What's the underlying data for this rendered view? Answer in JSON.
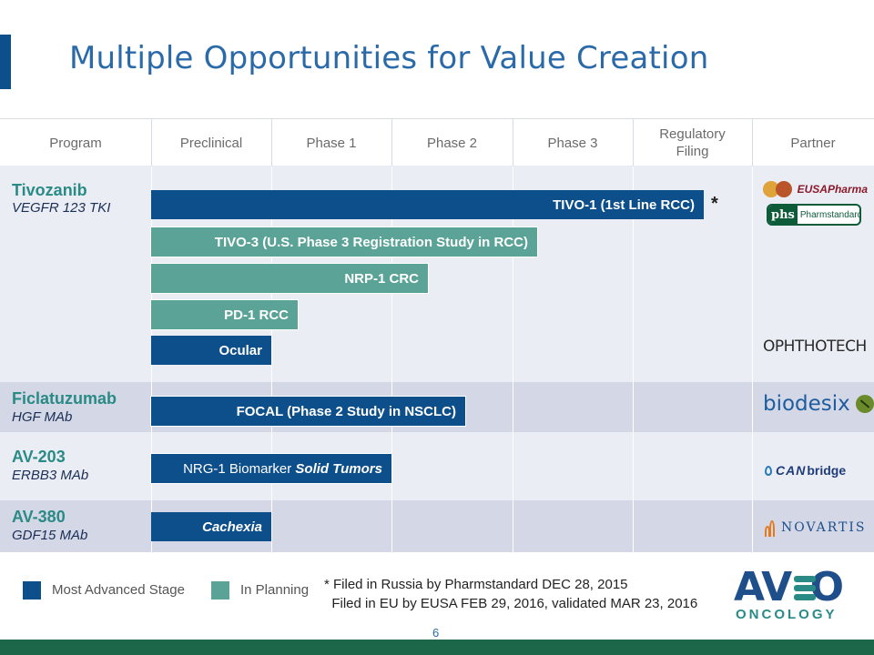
{
  "slide": {
    "title": "Multiple Opportunities for Value Creation",
    "page_number": "6"
  },
  "table": {
    "headers": [
      "Program",
      "Preclinical",
      "Phase 1",
      "Phase 2",
      "Phase 3",
      "Regulatory\nFiling",
      "Partner"
    ],
    "programs": [
      {
        "name": "Tivozanib",
        "subtitle": "VEGFR 123 TKI"
      },
      {
        "name": "Ficlatuzumab",
        "subtitle": "HGF MAb"
      },
      {
        "name": "AV-203",
        "subtitle": "ERBB3 MAb"
      },
      {
        "name": "AV-380",
        "subtitle": "GDF15 MAb"
      }
    ],
    "bars": {
      "tivo1": "TIVO-1 (1st Line RCC)",
      "tivo3": "TIVO-3 (U.S. Phase 3 Registration Study in RCC)",
      "nrp1": "NRP-1 CRC",
      "pd1": "PD-1 RCC",
      "ocular": "Ocular",
      "focal": "FOCAL (Phase 2 Study in NSCLC)",
      "nrg1_prefix": "NRG-1 Biomarker ",
      "nrg1_suffix": "Solid Tumors",
      "cachexia": "Cachexia"
    },
    "asterisk": "*",
    "partners": {
      "eusa": "EUSAPharma",
      "phs_mark": "phs",
      "phs_text": "Pharmstandard",
      "ophthotech": "OPHTHOTECH",
      "biodesix": "biodesix",
      "canbridge_can": "CAN",
      "canbridge_bridge": "bridge",
      "novartis": "NOVARTIS"
    }
  },
  "legend": {
    "most_advanced": "Most Advanced Stage",
    "in_planning": "In Planning"
  },
  "footnote": "* Filed in Russia by Pharmstandard DEC 28, 2015\n  Filed in EU by EUSA FEB 29, 2016, validated MAR 23, 2016",
  "company_logo": {
    "top": "AVEO",
    "bottom": "ONCOLOGY"
  },
  "colors": {
    "most_advanced": "#0d4f8b",
    "in_planning": "#5aa396",
    "program_name": "#2a8a86",
    "title": "#2b6aa8"
  }
}
